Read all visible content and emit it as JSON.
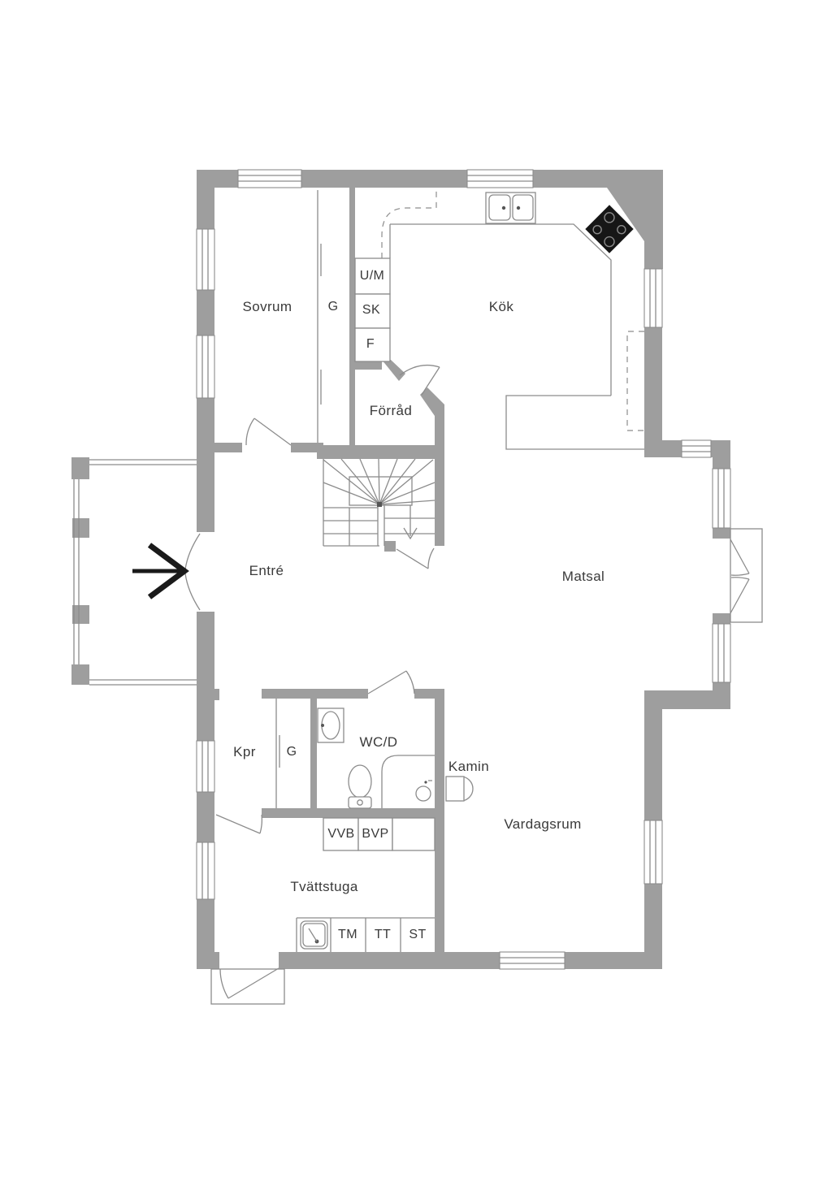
{
  "plan": {
    "type": "floorplan",
    "floor": "ground-floor",
    "rooms": {
      "sovrum": "Sovrum",
      "kok": "Kök",
      "forrad": "Förråd",
      "entre": "Entré",
      "matsal": "Matsal",
      "kpr": "Kpr",
      "wcd": "WC/D",
      "kamin": "Kamin",
      "vardagsrum": "Vardagsrum",
      "tvattstuga": "Tvättstuga"
    },
    "closets": {
      "g_top": "G",
      "g_lower": "G"
    },
    "units": {
      "um": "U/M",
      "sk": "SK",
      "f": "F",
      "vvb": "VVB",
      "bvp": "BVP",
      "tm": "TM",
      "tt": "TT",
      "st": "ST"
    },
    "colors": {
      "wall": "#9e9e9e",
      "line": "#8c8c8c",
      "text": "#3a3a3a",
      "arrow": "#1a1a1a",
      "stove": "#161616",
      "background": "#ffffff"
    }
  }
}
